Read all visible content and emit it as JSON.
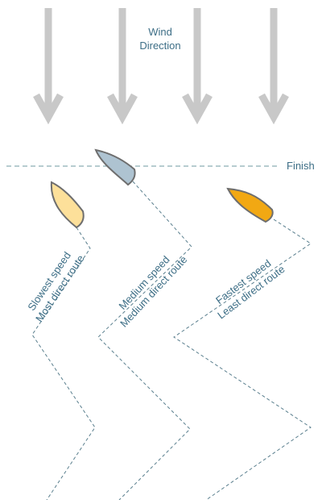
{
  "wind": {
    "label_line1": "Wind",
    "label_line2": "Direction",
    "arrow_color": "#c8c8c8",
    "arrow_count": 4
  },
  "finish": {
    "label": "Finish"
  },
  "boats": [
    {
      "id": "slow",
      "color": "#fde09a",
      "label_line1": "Slowest speed",
      "label_line2": "Most direct route"
    },
    {
      "id": "medium",
      "color": "#aec3d1",
      "label_line1": "Medium speed",
      "label_line2": "Medium direct route"
    },
    {
      "id": "fast",
      "color": "#f2a813",
      "label_line1": "Fastest speed",
      "label_line2": "Least direct route"
    }
  ],
  "text_color": "#3d6e86",
  "route_color": "#5a7f8e"
}
